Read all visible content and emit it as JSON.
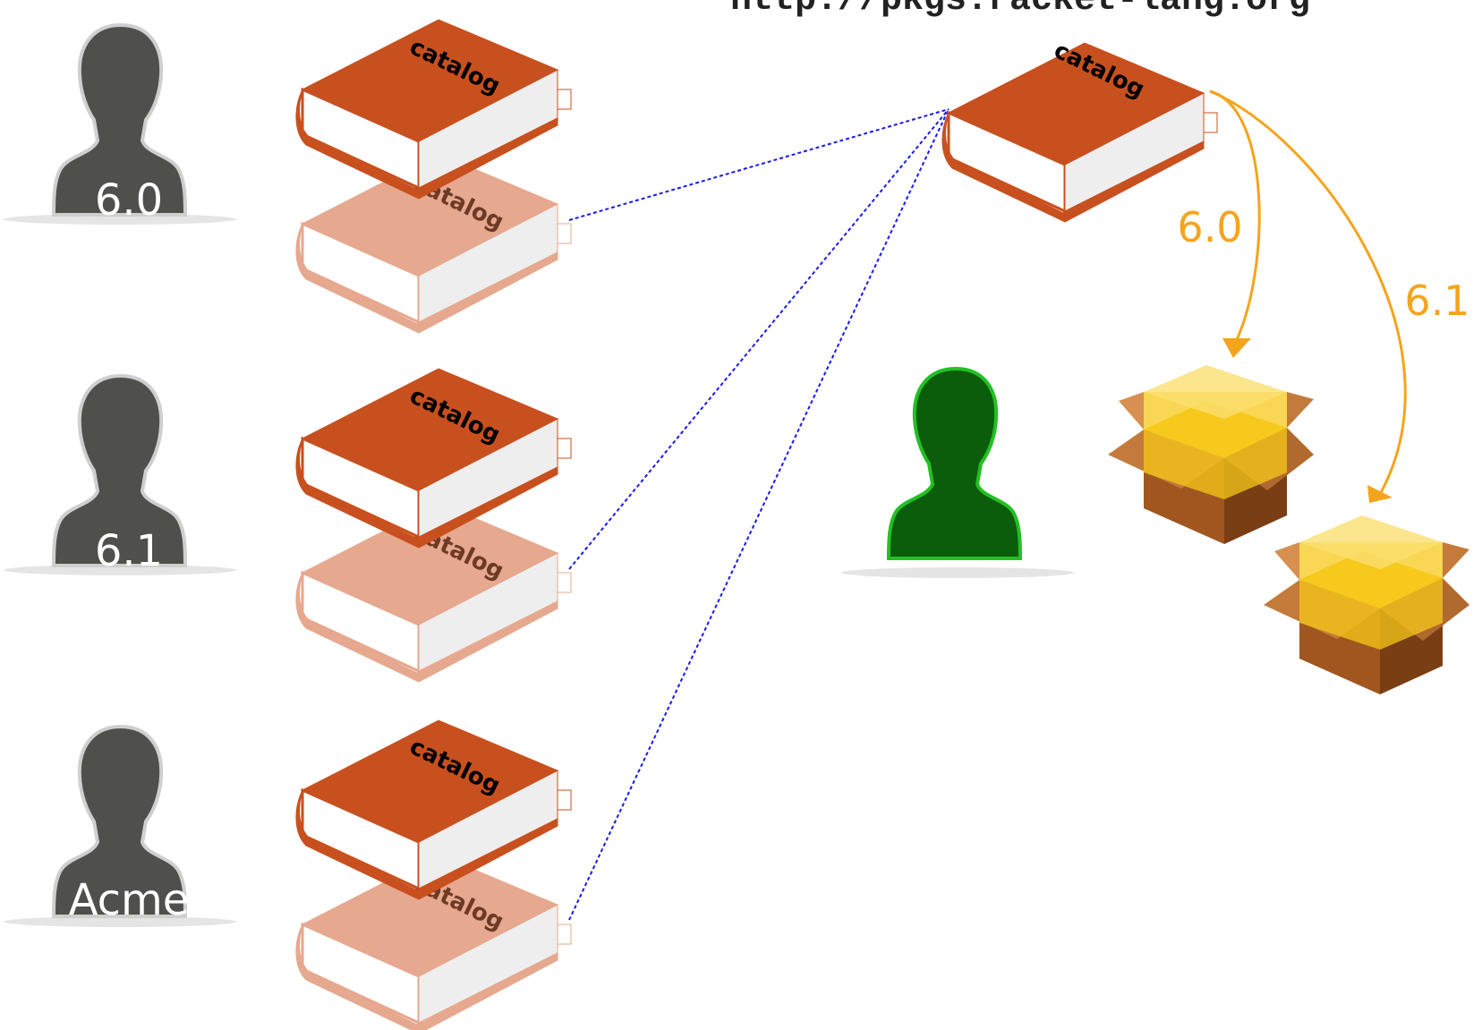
{
  "header": {
    "url": "http://pkgs.racket-lang.org"
  },
  "users": [
    {
      "label": "6.0"
    },
    {
      "label": "6.1"
    },
    {
      "label": "Acme"
    }
  ],
  "catalog_label": "catalog",
  "version_arrows": [
    {
      "label": "6.0"
    },
    {
      "label": "6.1"
    }
  ],
  "colors": {
    "book_cover": "#c8501f",
    "book_faded": "#e6a88e",
    "user_gray": "#4f504b",
    "user_green": "#0b5d0b",
    "arrow_orange": "#f5a41d",
    "link_blue": "#1a1aee"
  }
}
